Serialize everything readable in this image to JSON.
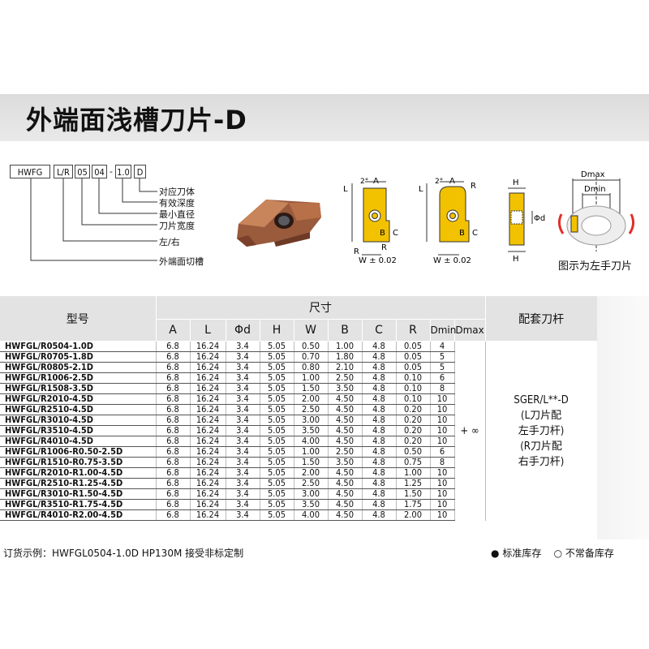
{
  "title": "外端面浅槽刀片-D",
  "code": {
    "parts": [
      "HWFG",
      "L/R",
      "05",
      "04",
      "1.0",
      "D"
    ],
    "separator": "-",
    "legend": [
      "对应刀体",
      "有效深度",
      "最小直径",
      "刀片宽度",
      "左/右",
      "外端面切槽"
    ]
  },
  "diagram_labels": {
    "d1": {
      "L": "L",
      "two": "2°",
      "A": "A",
      "B": "B",
      "C": "C",
      "R": "R",
      "W": "W ± 0.02"
    },
    "d2": {
      "L": "L",
      "two": "2°",
      "A": "A",
      "R": "R",
      "B": "B",
      "C": "C",
      "W": "W ± 0.02"
    },
    "d3": {
      "H1": "H",
      "phi": "Φd",
      "H2": "H"
    },
    "d4": {
      "dmax": "Dmax",
      "dmin": "Dmin"
    }
  },
  "caption": "图示为左手刀片",
  "colors": {
    "insert": "#f2c200",
    "title_band": "#e0e0e0",
    "header": "#e3e3e3",
    "arrow": "#e0302a",
    "bronze": "#9a5a3c"
  },
  "table": {
    "head_model": "型号",
    "head_dims": "尺寸",
    "head_holder": "配套刀杆",
    "dim_cols": [
      "A",
      "L",
      "Φd",
      "H",
      "W",
      "B",
      "C",
      "R",
      "Dmin",
      "Dmax"
    ],
    "rows": [
      {
        "model": "HWFGL/R0504-1.0D",
        "A": "6.8",
        "L": "16.24",
        "d": "3.4",
        "H": "5.05",
        "W": "0.50",
        "B": "1.00",
        "C": "4.8",
        "R": "0.05",
        "Dmin": "4"
      },
      {
        "model": "HWFGL/R0705-1.8D",
        "A": "6.8",
        "L": "16.24",
        "d": "3.4",
        "H": "5.05",
        "W": "0.70",
        "B": "1.80",
        "C": "4.8",
        "R": "0.05",
        "Dmin": "5"
      },
      {
        "model": "HWFGL/R0805-2.1D",
        "A": "6.8",
        "L": "16.24",
        "d": "3.4",
        "H": "5.05",
        "W": "0.80",
        "B": "2.10",
        "C": "4.8",
        "R": "0.05",
        "Dmin": "5"
      },
      {
        "model": "HWFGL/R1006-2.5D",
        "A": "6.8",
        "L": "16.24",
        "d": "3.4",
        "H": "5.05",
        "W": "1.00",
        "B": "2.50",
        "C": "4.8",
        "R": "0.10",
        "Dmin": "6"
      },
      {
        "model": "HWFGL/R1508-3.5D",
        "A": "6.8",
        "L": "16.24",
        "d": "3.4",
        "H": "5.05",
        "W": "1.50",
        "B": "3.50",
        "C": "4.8",
        "R": "0.10",
        "Dmin": "8"
      },
      {
        "model": "HWFGL/R2010-4.5D",
        "A": "6.8",
        "L": "16.24",
        "d": "3.4",
        "H": "5.05",
        "W": "2.00",
        "B": "4.50",
        "C": "4.8",
        "R": "0.10",
        "Dmin": "10"
      },
      {
        "model": "HWFGL/R2510-4.5D",
        "A": "6.8",
        "L": "16.24",
        "d": "3.4",
        "H": "5.05",
        "W": "2.50",
        "B": "4.50",
        "C": "4.8",
        "R": "0.20",
        "Dmin": "10"
      },
      {
        "model": "HWFGL/R3010-4.5D",
        "A": "6.8",
        "L": "16.24",
        "d": "3.4",
        "H": "5.05",
        "W": "3.00",
        "B": "4.50",
        "C": "4.8",
        "R": "0.20",
        "Dmin": "10"
      },
      {
        "model": "HWFGL/R3510-4.5D",
        "A": "6.8",
        "L": "16.24",
        "d": "3.4",
        "H": "5.05",
        "W": "3.50",
        "B": "4.50",
        "C": "4.8",
        "R": "0.20",
        "Dmin": "10"
      },
      {
        "model": "HWFGL/R4010-4.5D",
        "A": "6.8",
        "L": "16.24",
        "d": "3.4",
        "H": "5.05",
        "W": "4.00",
        "B": "4.50",
        "C": "4.8",
        "R": "0.20",
        "Dmin": "10"
      },
      {
        "model": "HWFGL/R1006-R0.50-2.5D",
        "A": "6.8",
        "L": "16.24",
        "d": "3.4",
        "H": "5.05",
        "W": "1.00",
        "B": "2.50",
        "C": "4.8",
        "R": "0.50",
        "Dmin": "6"
      },
      {
        "model": "HWFGL/R1510-R0.75-3.5D",
        "A": "6.8",
        "L": "16.24",
        "d": "3.4",
        "H": "5.05",
        "W": "1.50",
        "B": "3.50",
        "C": "4.8",
        "R": "0.75",
        "Dmin": "8"
      },
      {
        "model": "HWFGL/R2010-R1.00-4.5D",
        "A": "6.8",
        "L": "16.24",
        "d": "3.4",
        "H": "5.05",
        "W": "2.00",
        "B": "4.50",
        "C": "4.8",
        "R": "1.00",
        "Dmin": "10"
      },
      {
        "model": "HWFGL/R2510-R1.25-4.5D",
        "A": "6.8",
        "L": "16.24",
        "d": "3.4",
        "H": "5.05",
        "W": "2.50",
        "B": "4.50",
        "C": "4.8",
        "R": "1.25",
        "Dmin": "10"
      },
      {
        "model": "HWFGL/R3010-R1.50-4.5D",
        "A": "6.8",
        "L": "16.24",
        "d": "3.4",
        "H": "5.05",
        "W": "3.00",
        "B": "4.50",
        "C": "4.8",
        "R": "1.50",
        "Dmin": "10"
      },
      {
        "model": "HWFGL/R3510-R1.75-4.5D",
        "A": "6.8",
        "L": "16.24",
        "d": "3.4",
        "H": "5.05",
        "W": "3.50",
        "B": "4.50",
        "C": "4.8",
        "R": "1.75",
        "Dmin": "10"
      },
      {
        "model": "HWFGL/R4010-R2.00-4.5D",
        "A": "6.8",
        "L": "16.24",
        "d": "3.4",
        "H": "5.05",
        "W": "4.00",
        "B": "4.50",
        "C": "4.8",
        "R": "2.00",
        "Dmin": "10"
      }
    ],
    "dmax_value": "+ ∞",
    "holder_lines": [
      "SGER/L**-D",
      "(L刀片配",
      "左手刀杆)",
      "(R刀片配",
      "右手刀杆)"
    ]
  },
  "order_note": "订货示例：HWFGL0504-1.0D HP130M 接受非标定制",
  "stock_legend": {
    "standard_symbol": "●",
    "standard": "标准库存",
    "nonstandard_symbol": "○",
    "nonstandard": "不常备库存"
  }
}
